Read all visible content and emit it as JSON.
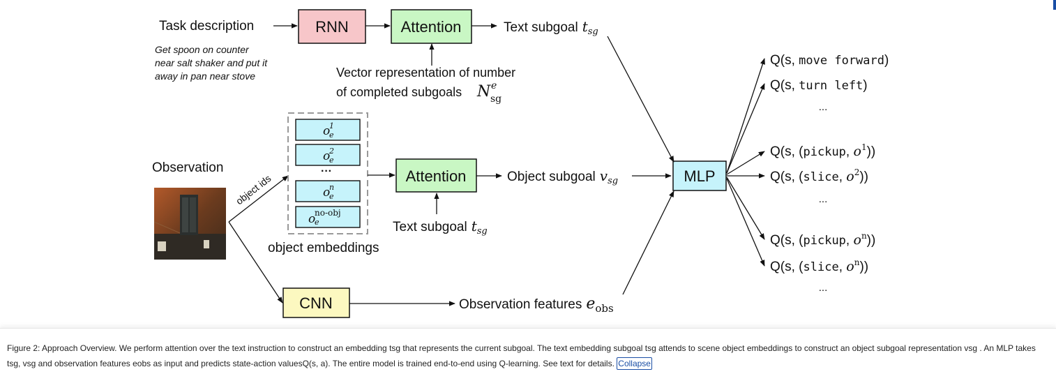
{
  "diagram": {
    "task_description": "Task description",
    "task_example": [
      "Get spoon on counter",
      "near salt shaker and put it",
      "away in pan near stove"
    ],
    "rnn": "RNN",
    "attention_top": "Attention",
    "text_subgoal_top": "Text subgoal",
    "text_subgoal_sym": "t",
    "text_subgoal_sub": "sg",
    "vector_rep_line1": "Vector representation of number",
    "vector_rep_line2": "of completed subgoals",
    "vector_rep_sym": "N",
    "vector_rep_sup": "e",
    "vector_rep_sub": "sg",
    "observation": "Observation",
    "object_ids": "object ids",
    "emb_sym": "o",
    "emb_sub": "e",
    "emb_sups": [
      "1",
      "2",
      "n",
      "no-obj"
    ],
    "emb_dots": "···",
    "object_embeddings": "object embeddings",
    "attention_mid": "Attention",
    "text_subgoal_mid": "Text subgoal",
    "object_subgoal": "Object subgoal",
    "object_subgoal_sym": "v",
    "object_subgoal_sub": "sg",
    "mlp": "MLP",
    "cnn": "CNN",
    "obs_features": "Observation features",
    "obs_features_sym": "e",
    "obs_features_sub": "obs",
    "q_outputs": {
      "q1": "move forward",
      "q2": "turn left",
      "q3_action": "pickup",
      "q3_sup": "1",
      "q4_action": "slice",
      "q4_sup": "2",
      "q5_action": "pickup",
      "q5_sup": "n",
      "q6_action": "slice",
      "q6_sup": "n",
      "dots": "..."
    }
  },
  "caption": {
    "text": "Figure 2: Approach Overview. We perform attention over the text instruction to construct an embedding tsg that represents the current subgoal. The text embedding subgoal tsg attends to scene object embeddings to construct an object subgoal representation vsg . An MLP takes tsg, vsg and observation features eobs as input and predicts state-action valuesQ(s, a). The entire model is trained end-to-end using Q-learning. See text for details.",
    "collapse_label": "Collapse"
  },
  "colors": {
    "rnn_fill": "#f7c6c9",
    "attention_fill": "#c9f7c4",
    "embedding_fill": "#c6f3fb",
    "mlp_fill": "#c6f3fb",
    "cnn_fill": "#fcf8c0",
    "link": "#1a4ea5"
  }
}
